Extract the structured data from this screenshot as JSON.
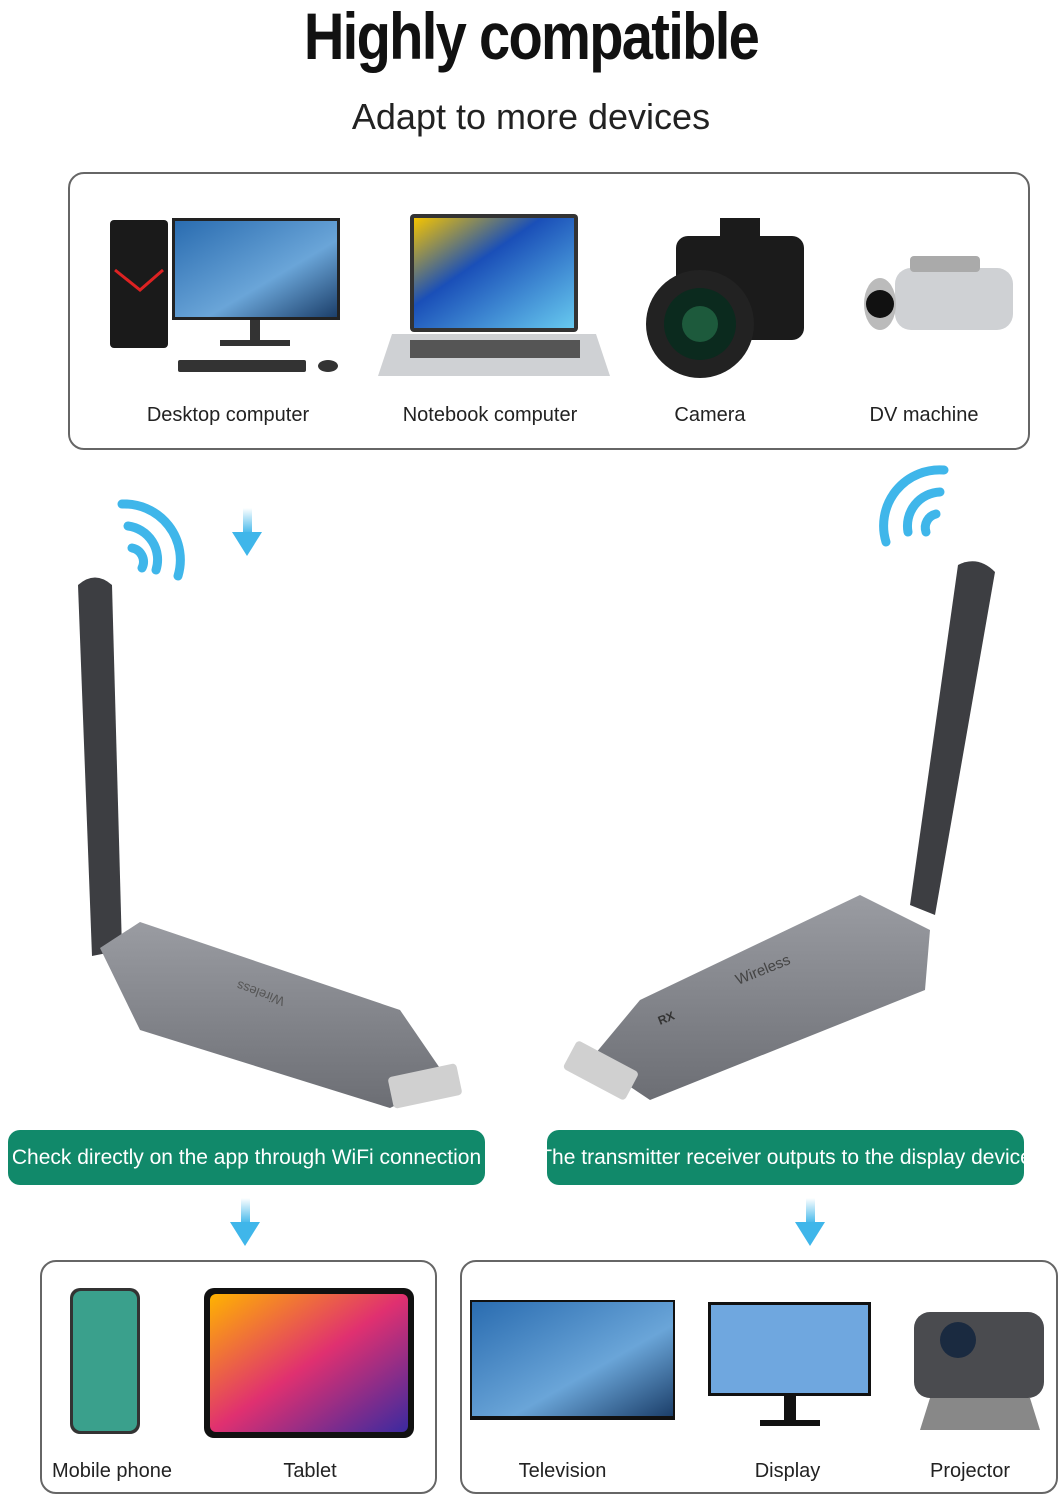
{
  "header": {
    "title": "Highly compatible",
    "subtitle": "Adapt to more devices"
  },
  "source_devices": [
    {
      "label": "Desktop computer",
      "icon": "desktop-computer-icon"
    },
    {
      "label": "Notebook computer",
      "icon": "laptop-icon"
    },
    {
      "label": "Camera",
      "icon": "camera-icon"
    },
    {
      "label": "DV machine",
      "icon": "camcorder-icon"
    }
  ],
  "transmitter": {
    "label": "Check directly on the app through WiFi connection",
    "marking": "Wireless"
  },
  "receiver": {
    "label": "The transmitter receiver outputs to the display device",
    "marking": "Wireless",
    "badge": "RX"
  },
  "mobile_outputs": [
    {
      "label": "Mobile phone",
      "icon": "phone-icon"
    },
    {
      "label": "Tablet",
      "icon": "tablet-icon"
    }
  ],
  "display_outputs": [
    {
      "label": "Television",
      "icon": "tv-icon"
    },
    {
      "label": "Display",
      "icon": "monitor-icon"
    },
    {
      "label": "Projector",
      "icon": "projector-icon"
    }
  ],
  "colors": {
    "accent_green": "#11896a",
    "arrow_blue": "#3fb6ea",
    "device_gray": "#7d7f85"
  }
}
